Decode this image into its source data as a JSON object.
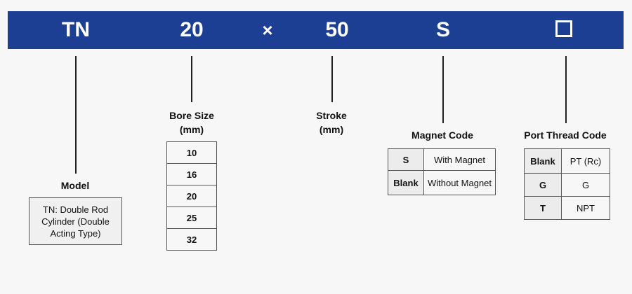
{
  "header": {
    "model_code": "TN",
    "bore_code": "20",
    "separator": "×",
    "stroke_code": "50",
    "magnet_code": "S",
    "port_code_symbol": "□"
  },
  "model": {
    "label": "Model",
    "description": "TN: Double Rod Cylinder (Double Acting Type)"
  },
  "bore": {
    "label_line1": "Bore Size",
    "label_line2": "(mm)",
    "options": [
      "10",
      "16",
      "20",
      "25",
      "32"
    ]
  },
  "stroke": {
    "label_line1": "Stroke",
    "label_line2": "(mm)"
  },
  "magnet": {
    "label": "Magnet Code",
    "rows": [
      {
        "code": "S",
        "meaning": "With Magnet"
      },
      {
        "code": "Blank",
        "meaning": "Without Magnet"
      }
    ]
  },
  "port_thread": {
    "label": "Port Thread Code",
    "rows": [
      {
        "code": "Blank",
        "meaning": "PT (Rc)"
      },
      {
        "code": "G",
        "meaning": "G"
      },
      {
        "code": "T",
        "meaning": "NPT"
      }
    ]
  },
  "colors": {
    "band": "#1c3f94",
    "band_text": "#ffffff",
    "line": "#222222"
  }
}
